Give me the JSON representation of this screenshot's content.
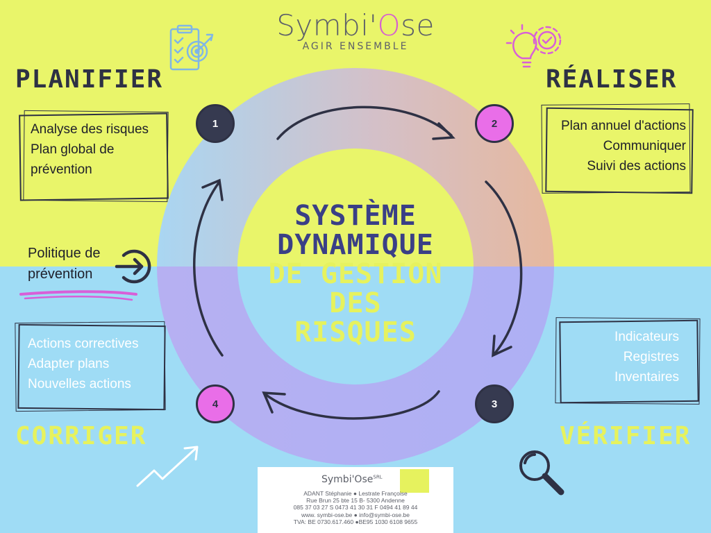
{
  "logo": {
    "name_part1": "Symbi'",
    "name_o": "O",
    "name_part2": "se",
    "tagline": "AGIR ENSEMBLE"
  },
  "steps": {
    "planifier": {
      "title": "PLANIFIER",
      "number": "1",
      "items": [
        "Analyse des risques",
        "Plan global de",
        "prévention"
      ]
    },
    "realiser": {
      "title": "RÉALISER",
      "number": "2",
      "items": [
        "Plan annuel d'actions",
        "Communiquer",
        "Suivi des actions"
      ]
    },
    "verifier": {
      "title": "VÉRIFIER",
      "number": "3",
      "items": [
        "Indicateurs",
        "Registres",
        "Inventaires"
      ]
    },
    "corriger": {
      "title": "CORRIGER",
      "number": "4",
      "items": [
        "Actions correctives",
        "Adapter plans",
        "Nouvelles actions"
      ]
    }
  },
  "center": {
    "line1": "SYSTÈME",
    "line2": "DYNAMIQUE",
    "line3": "DE GESTION",
    "line4": "DES",
    "line5": "RISQUES"
  },
  "politique": {
    "line1": "Politique de",
    "line2": "prévention"
  },
  "card": {
    "name": "Symbi'Ose",
    "name_sup": "SRL",
    "lines": [
      "ADANT Stéphanie ● Lestrate Françoise",
      "Rue Brun 25 bte 15 B- 5300 Andenne",
      "085 37 03 27 S 0473 41 30 31 F 0494 41 89 44",
      "www. symbi-ose.be ● info@symbi-ose.be",
      "TVA: BE 0730.617.460 ●BE95 1030 6108 9655"
    ]
  },
  "icons": {
    "plan": "clipboard-target-icon",
    "realise": "lightbulb-gear-icon",
    "verify": "magnifier-icon",
    "correct": "trend-arrow-icon",
    "politique": "arrow-right-circle-icon"
  },
  "colors": {
    "top_bg": "#e9f56a",
    "bottom_bg": "#9fdcf5",
    "navy": "#2e3144",
    "pink": "#e96ee8",
    "yellow_text": "#e6f25e",
    "ring_tl": "#a8d8f0",
    "ring_tr": "#e4b8a8",
    "ring_bottom": "#b2a6f2"
  }
}
